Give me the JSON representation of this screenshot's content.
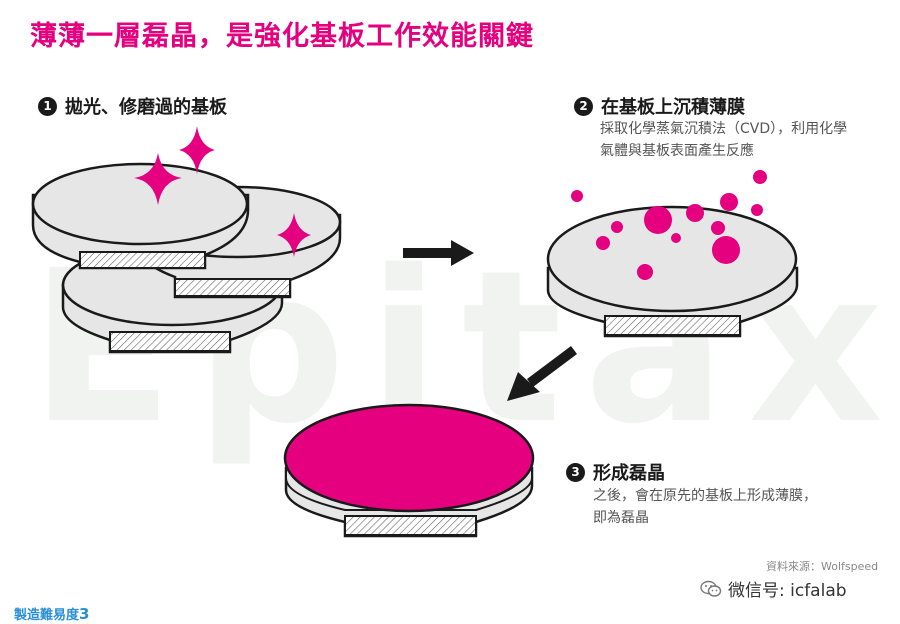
{
  "title": "薄薄一層磊晶，是強化基板工作效能關鍵",
  "watermark": "Epitaxy",
  "steps": [
    {
      "number": "1",
      "label": "拋光、修磨過的基板",
      "description": []
    },
    {
      "number": "2",
      "label": "在基板上沉積薄膜",
      "description": [
        "採取化學蒸氣沉積法（CVD），利用化學",
        "氣體與基板表面產生反應"
      ]
    },
    {
      "number": "3",
      "label": "形成磊晶",
      "description": [
        "之後，會在原先的基板上形成薄膜，",
        "即為磊晶"
      ]
    }
  ],
  "source": "資料來源：Wolfspeed",
  "wechat": {
    "label": "微信号: icfalab",
    "icon": "wechat-icon"
  },
  "footer": {
    "text": "製造難易度",
    "level": "3"
  },
  "colors": {
    "accent": "#e4007f",
    "wafer_fill": "#e6e6e6",
    "outline": "#1a1a1a",
    "footer": "#2a8fd6"
  }
}
